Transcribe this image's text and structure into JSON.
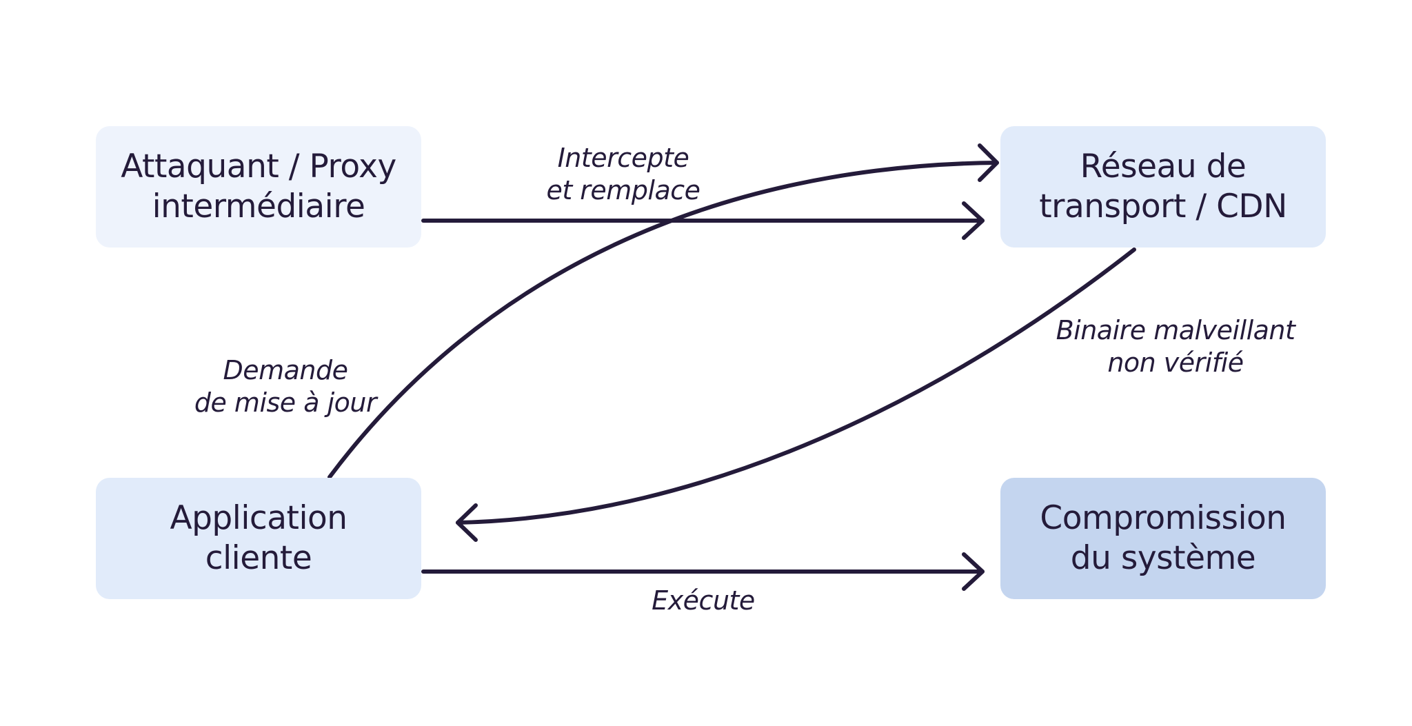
{
  "colors": {
    "node_light": "#eef3fc",
    "node_medium": "#e1ebfa",
    "node_dark": "#c4d5ef",
    "edge": "#241b3a",
    "text": "#241b3a"
  },
  "nodes": {
    "attacker": {
      "line1": "Attaquant / Proxy",
      "line2": "intermédiaire"
    },
    "cdn": {
      "line1": "Réseau de",
      "line2": "transport / CDN"
    },
    "client": {
      "line1": "Application",
      "line2": "cliente"
    },
    "compromise": {
      "line1": "Compromission",
      "line2": "du système"
    }
  },
  "edges": {
    "intercept": {
      "line1": "Intercepte",
      "line2": "et remplace"
    },
    "update_request": {
      "line1": "Demande",
      "line2": "de mise à jour"
    },
    "malicious_binary": {
      "line1": "Binaire malveillant",
      "line2": "non vérifié"
    },
    "execute": {
      "line1": "Exécute"
    }
  }
}
